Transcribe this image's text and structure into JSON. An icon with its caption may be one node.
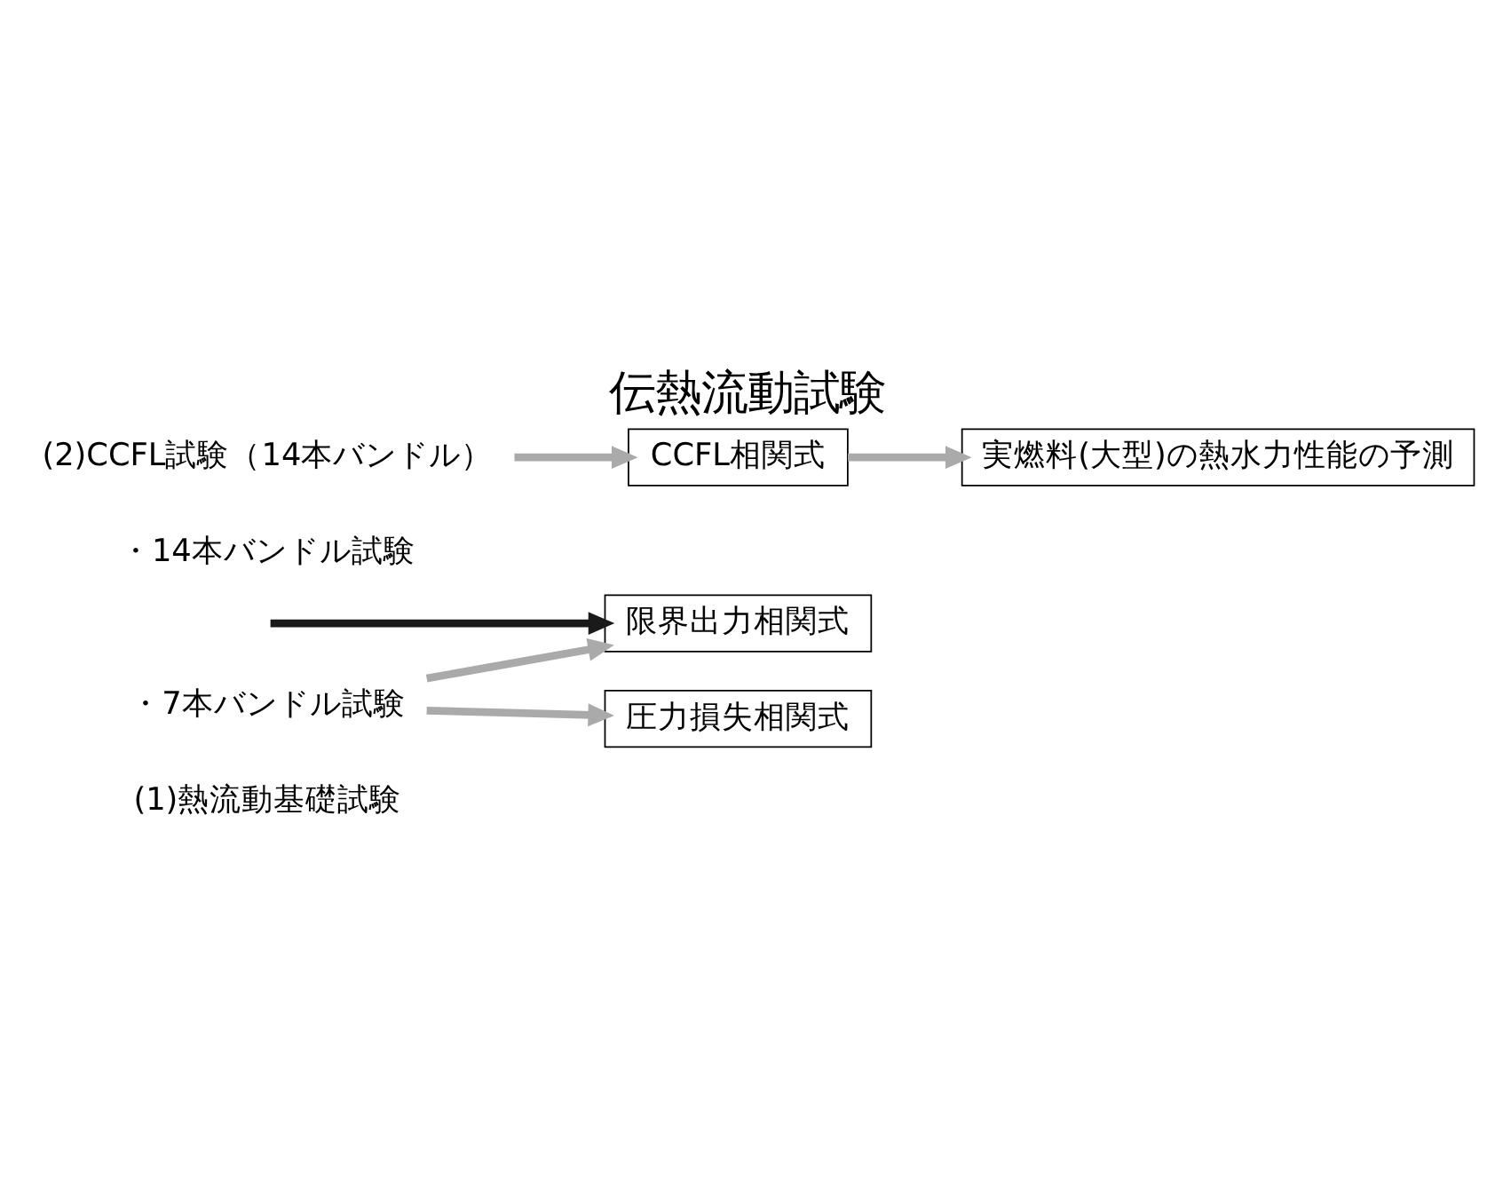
{
  "diagram": {
    "title": "伝熱流動試験",
    "nodes": [
      {
        "text": [
          "(1)熱流動基礎試験"
        ]
      },
      {
        "text": [
          "・7本バンドル試験"
        ]
      },
      {
        "text": [
          "・14本バンドル試験"
        ]
      },
      {
        "text": [
          "限界出力相関式"
        ]
      },
      {
        "text": [
          "圧力損失相関式"
        ]
      },
      {
        "text": [
          "(2)CCFL試験（14本バンドル）"
        ]
      },
      {
        "text": [
          "CCFL相関式"
        ]
      },
      {
        "text": [
          "実燃料(大型)の熱水力性能の予測"
        ]
      }
    ],
    "edges": [
      {
        "from": 1,
        "to": 3,
        "arrow": "to"
      },
      {
        "from": 1,
        "to": 4,
        "arrow": "to"
      },
      {
        "from": 5,
        "to": 6,
        "arrow": "to"
      },
      {
        "from": 6,
        "to": 7,
        "arrow": "to"
      },
      {
        "from": null,
        "to": 3,
        "arrow": "to",
        "color": "#1a1a1a"
      }
    ]
  }
}
